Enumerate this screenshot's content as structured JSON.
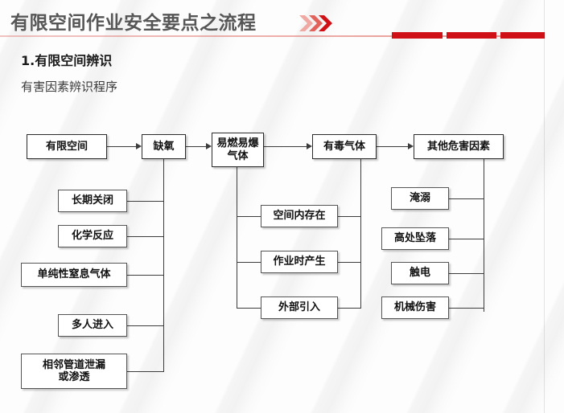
{
  "header": {
    "title": "有限空间作业安全要点之流程",
    "chevron_icon": "triple-chevron-right-icon",
    "accent_color": "#cf1017",
    "divider_color": "#d63e34"
  },
  "section": {
    "heading": "1.有限空间辨识",
    "subtitle": "有害因素辨识程序"
  },
  "flowchart": {
    "type": "hierarchy",
    "top_row": [
      {
        "id": "confined-space",
        "label": "有限空间"
      },
      {
        "id": "oxygen-deficiency",
        "label": "缺氧"
      },
      {
        "id": "flammable-explosive-gas",
        "label": "易燃易爆\n气体"
      },
      {
        "id": "toxic-gas",
        "label": "有毒气体"
      },
      {
        "id": "other-hazard-factors",
        "label": "其他危害因素"
      }
    ],
    "oxygen_branch": [
      {
        "id": "long-term-closed",
        "label": "长期关闭"
      },
      {
        "id": "chemical-reaction",
        "label": "化学反应"
      },
      {
        "id": "simple-asphyxiant-gas",
        "label": "单纯性窒息气体"
      },
      {
        "id": "multiple-people-entry",
        "label": "多人进入"
      },
      {
        "id": "adjacent-pipe-leak",
        "label": "相邻管道泄漏\n或渗透"
      }
    ],
    "gas_branch": [
      {
        "id": "existing-in-space",
        "label": "空间内存在"
      },
      {
        "id": "generated-during-work",
        "label": "作业时产生"
      },
      {
        "id": "introduced-externally",
        "label": "外部引入"
      }
    ],
    "other_hazard_branch": [
      {
        "id": "drowning",
        "label": "淹溺"
      },
      {
        "id": "fall-from-height",
        "label": "高处坠落"
      },
      {
        "id": "electric-shock",
        "label": "触电"
      },
      {
        "id": "mechanical-injury",
        "label": "机械伤害"
      }
    ]
  }
}
